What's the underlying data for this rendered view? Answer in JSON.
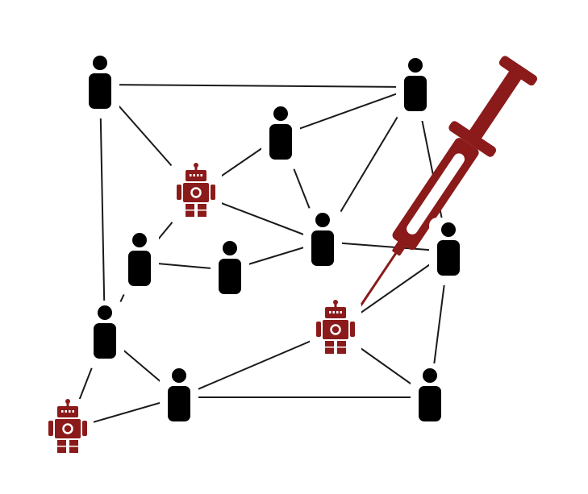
{
  "colors": {
    "background": "#ffffff",
    "person": "#000000",
    "bot": "#8b1a1a",
    "syringe": "#8b1a1a",
    "edge": "#1a1a1a"
  },
  "icons": {
    "person": "person-icon",
    "bot": "robot-icon",
    "injector": "syringe-icon"
  },
  "nodes": [
    {
      "id": "p1",
      "kind": "person"
    },
    {
      "id": "p2",
      "kind": "person"
    },
    {
      "id": "p3",
      "kind": "person"
    },
    {
      "id": "p4",
      "kind": "person"
    },
    {
      "id": "p5",
      "kind": "person"
    },
    {
      "id": "p6",
      "kind": "person"
    },
    {
      "id": "p7",
      "kind": "person"
    },
    {
      "id": "p8",
      "kind": "person"
    },
    {
      "id": "p9",
      "kind": "person"
    },
    {
      "id": "p10",
      "kind": "person"
    },
    {
      "id": "b1",
      "kind": "bot"
    },
    {
      "id": "b2",
      "kind": "bot"
    },
    {
      "id": "b3",
      "kind": "bot"
    }
  ],
  "edges": [
    [
      "p1",
      "p2"
    ],
    [
      "p1",
      "b1"
    ],
    [
      "p1",
      "p7"
    ],
    [
      "p2",
      "p3"
    ],
    [
      "p2",
      "p4"
    ],
    [
      "p2",
      "p5"
    ],
    [
      "p3",
      "b1"
    ],
    [
      "p3",
      "p4"
    ],
    [
      "b1",
      "p4"
    ],
    [
      "b1",
      "p6"
    ],
    [
      "p4",
      "p8"
    ],
    [
      "p4",
      "p5"
    ],
    [
      "p6",
      "p8"
    ],
    [
      "p6",
      "p7"
    ],
    [
      "p7",
      "p9"
    ],
    [
      "p7",
      "b3"
    ],
    [
      "p9",
      "b3"
    ],
    [
      "p9",
      "b2"
    ],
    [
      "p9",
      "p10"
    ],
    [
      "b2",
      "p5"
    ],
    [
      "b2",
      "p10"
    ],
    [
      "p5",
      "p10"
    ]
  ]
}
